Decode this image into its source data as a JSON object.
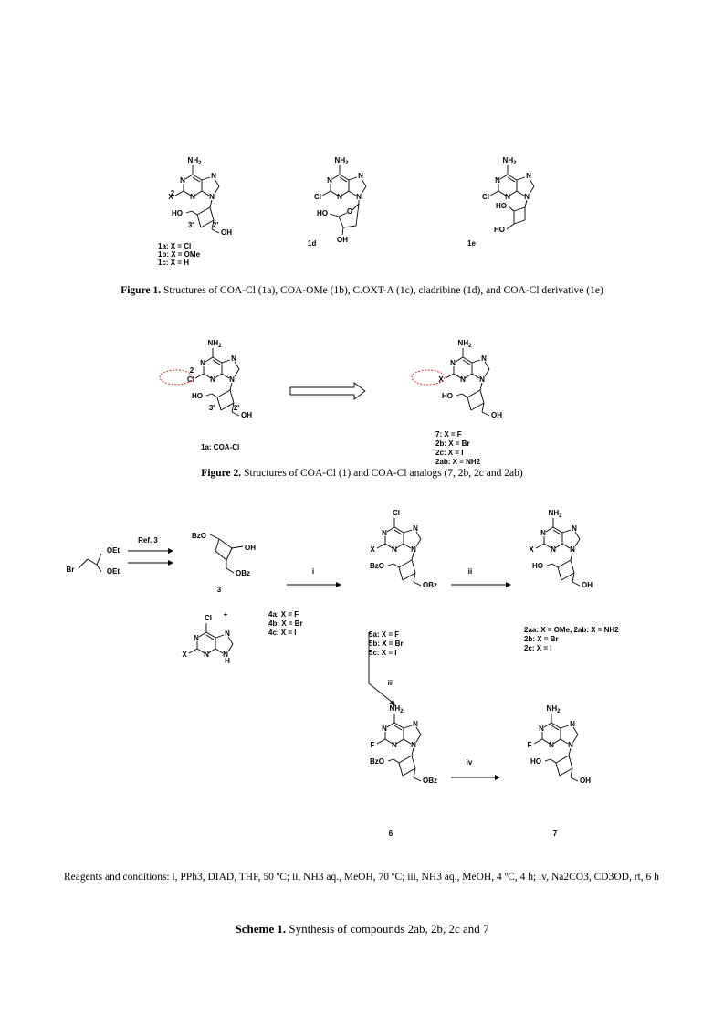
{
  "figure1": {
    "labels": {
      "nh2": "NH2",
      "n": "N",
      "x": "X",
      "cl": "Cl",
      "ho": "HO",
      "oh": "OH",
      "o": "O",
      "two": "2",
      "three_prime": "3'",
      "two_prime": "2'"
    },
    "compound_1a_variants": [
      "1a: X = Cl",
      "1b: X = OMe",
      "1c: X = H"
    ],
    "compound_1d": "1d",
    "compound_1e": "1e",
    "caption": {
      "prefix": "Figure 1.",
      "text": "Structures of COA-Cl (1a), COA-OMe (1b), C.OXT-A (1c), cladribine (1d), and COA-Cl derivative (1e)"
    }
  },
  "figure2": {
    "left_label": "1a: COA-Cl",
    "right_variants": [
      "7: X = F",
      "2b: X = Br",
      "2c: X = I",
      "2ab: X = NH2"
    ],
    "caption": {
      "prefix": "Figure 2.",
      "text": "Structures of COA-Cl (1) and COA-Cl analogs (7, 2b, 2c and 2ab)"
    }
  },
  "scheme1": {
    "start": {
      "oet": "OEt",
      "br": "Br"
    },
    "ref": "Ref. 3",
    "compound_3": "3",
    "bzo": "BzO",
    "obz": "OBz",
    "oh": "OH",
    "ho": "HO",
    "plus": "+",
    "nh": "H",
    "reagent_4": [
      "4a: X = F",
      "4b: X = Br",
      "4c: X = I"
    ],
    "step_i": "i",
    "step_ii": "ii",
    "step_iii": "iii",
    "step_iv": "iv",
    "compound_5": [
      "5a: X = F",
      "5b: X = Br",
      "5c: X = I"
    ],
    "compound_2": [
      "2aa: X = OMe, 2ab: X = NH2",
      "2b: X = Br",
      "2c: X = I"
    ],
    "f": "F",
    "compound_6": "6",
    "compound_7": "7",
    "reagents": "Reagents and conditions: i, PPh3, DIAD, THF, 50 ºC; ii, NH3 aq., MeOH, 70 ºC; iii, NH3 aq., MeOH, 4 ºC, 4 h; iv, Na2CO3, CD3OD, rt, 6 h",
    "caption": {
      "prefix": "Scheme 1.",
      "text": "Synthesis of compounds 2ab, 2b, 2c and 7"
    }
  }
}
